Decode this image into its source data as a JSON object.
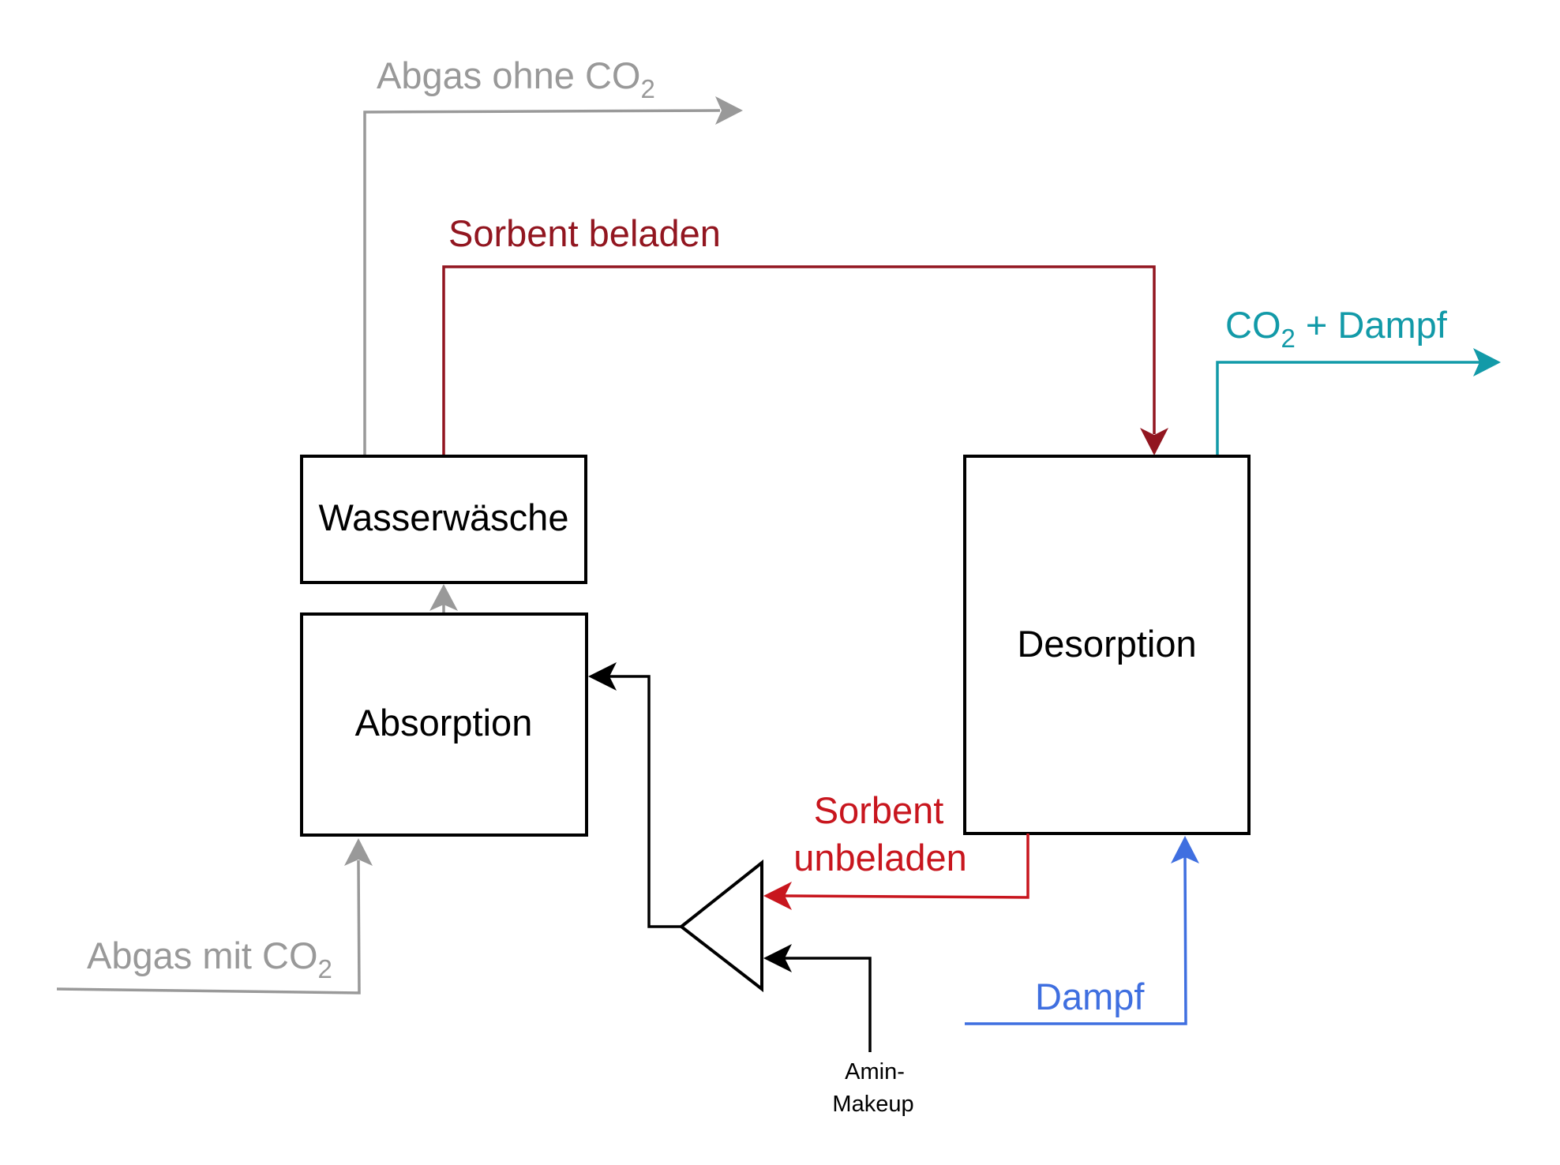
{
  "diagram": {
    "type": "process-flow",
    "language": "de",
    "units": [
      {
        "id": "wasserwaesche",
        "label": "Wasserwäsche"
      },
      {
        "id": "absorption",
        "label": "Absorption"
      },
      {
        "id": "desorption",
        "label": "Desorption"
      },
      {
        "id": "mixer",
        "label": ""
      }
    ],
    "streams": [
      {
        "id": "abgas-ohne-co2",
        "label_main": "Abgas ohne CO",
        "label_sub": "2",
        "from": "wasserwaesche",
        "to": "outlet",
        "color": "#999999"
      },
      {
        "id": "sorbent-beladen",
        "label": "Sorbent beladen",
        "from": "wasserwaesche",
        "to": "desorption",
        "color": "#921620"
      },
      {
        "id": "co2-dampf",
        "label_main": "CO",
        "label_sub": "2",
        "label_tail": " + Dampf",
        "from": "desorption",
        "to": "outlet",
        "color": "#129aa8"
      },
      {
        "id": "absorption-to-wasserwaesche",
        "label": "",
        "from": "absorption",
        "to": "wasserwaesche",
        "color": "#999999"
      },
      {
        "id": "abgas-mit-co2",
        "label_main": "Abgas mit CO",
        "label_sub": "2",
        "from": "inlet",
        "to": "absorption",
        "color": "#999999"
      },
      {
        "id": "sorbent-unbeladen",
        "label_line1": "Sorbent",
        "label_line2": "unbeladen",
        "from": "desorption",
        "to": "mixer",
        "color": "#c8161e"
      },
      {
        "id": "amin-makeup",
        "label_line1": "Amin-",
        "label_line2": "Makeup",
        "from": "inlet",
        "to": "mixer",
        "color": "#000000"
      },
      {
        "id": "mixer-to-absorption",
        "label": "",
        "from": "mixer",
        "to": "absorption",
        "color": "#000000"
      },
      {
        "id": "dampf",
        "label": "Dampf",
        "from": "inlet",
        "to": "desorption",
        "color": "#3f6fe0"
      }
    ]
  }
}
